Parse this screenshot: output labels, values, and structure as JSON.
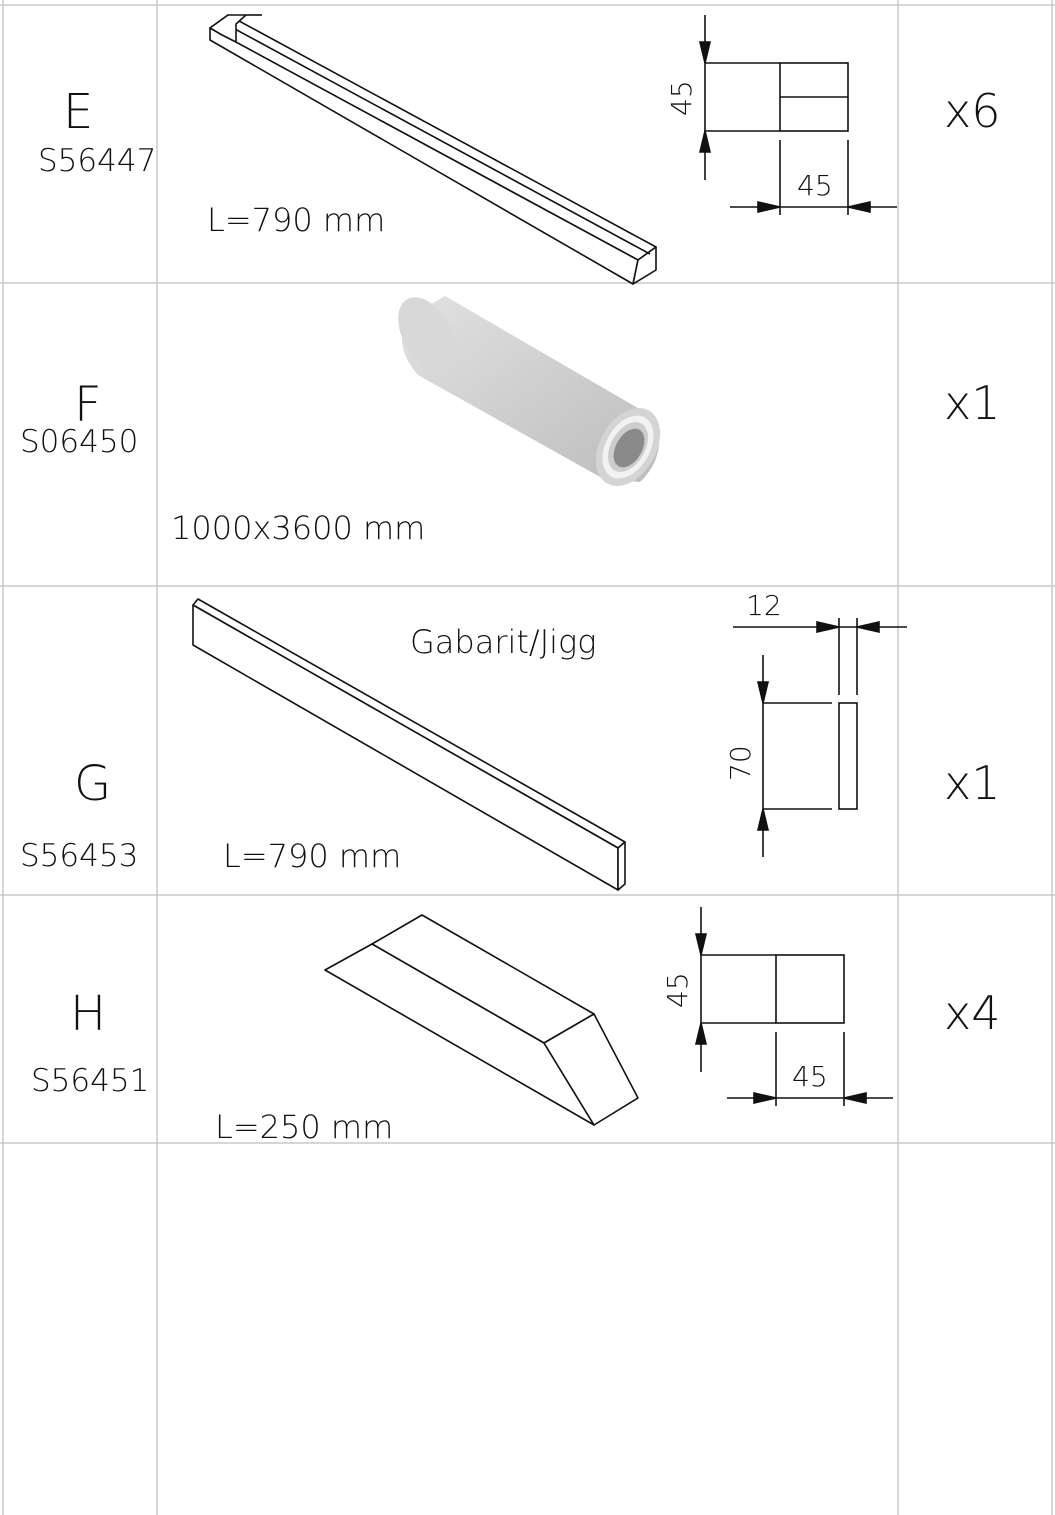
{
  "parts": [
    {
      "letter": "E",
      "code": "S56447",
      "quantity": "x6",
      "length_label": "L=790 mm",
      "dim_a": "45",
      "dim_b": "45"
    },
    {
      "letter": "F",
      "code": "S06450",
      "quantity": "x1",
      "size_label": "1000x3600 mm"
    },
    {
      "letter": "G",
      "code": "S56453",
      "quantity": "x1",
      "length_label": "L=790 mm",
      "title": "Gabarit/Jigg",
      "dim_a": "12",
      "dim_b": "70"
    },
    {
      "letter": "H",
      "code": "S56451",
      "quantity": "x4",
      "length_label": "L=250 mm",
      "dim_a": "45",
      "dim_b": "45"
    }
  ],
  "colors": {
    "grid": "#c8c8c8",
    "line": "#111111",
    "roll_fill": "#cfcfcf",
    "roll_core": "#8a8a8a"
  }
}
